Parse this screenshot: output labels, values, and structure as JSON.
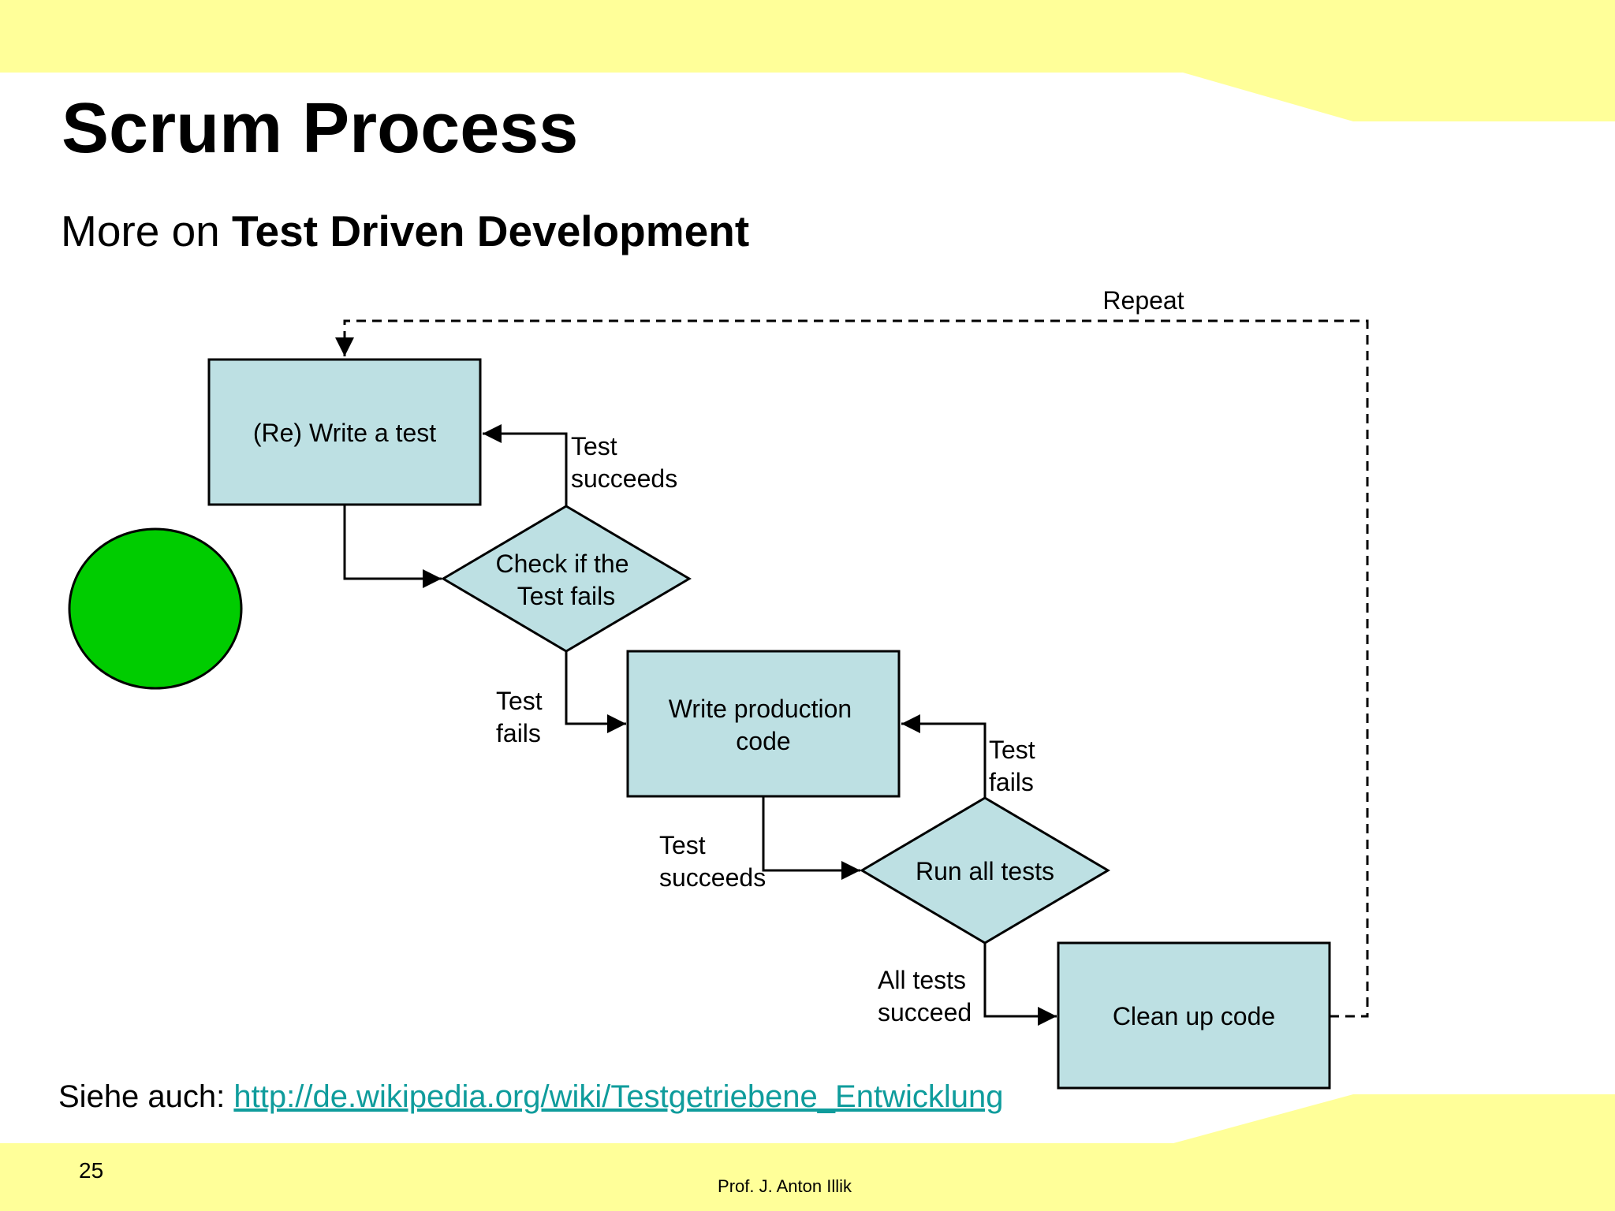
{
  "slide": {
    "title": "Scrum Process",
    "subtitle_prefix": "More on ",
    "subtitle_bold": "Test Driven Development",
    "see_also_label": "Siehe auch: ",
    "see_also_link": "http://de.wikipedia.org/wiki/Testgetriebene_Entwicklung",
    "slide_number": "25",
    "author": "Prof. J. Anton Illik"
  },
  "diagram": {
    "repeat_label": "Repeat",
    "write_test": "(Re) Write a test",
    "check_fail_line1": "Check if the",
    "check_fail_line2": "Test fails",
    "write_code_line1": "Write production",
    "write_code_line2": "code",
    "run_tests": "Run all tests",
    "cleanup": "Clean up code",
    "test_succeeds_1_line1": "Test",
    "test_succeeds_1_line2": "succeeds",
    "test_fails_1_line1": "Test",
    "test_fails_1_line2": "fails",
    "test_fails_2_line1": "Test",
    "test_fails_2_line2": "fails",
    "test_succeeds_2_line1": "Test",
    "test_succeeds_2_line2": "succeeds",
    "all_succeed_line1": "All tests",
    "all_succeed_line2": "succeed"
  },
  "colors": {
    "band": "#ffff99",
    "box_fill": "#bde0e3",
    "circle_fill": "#00cc00",
    "link": "#0f9c9c"
  }
}
